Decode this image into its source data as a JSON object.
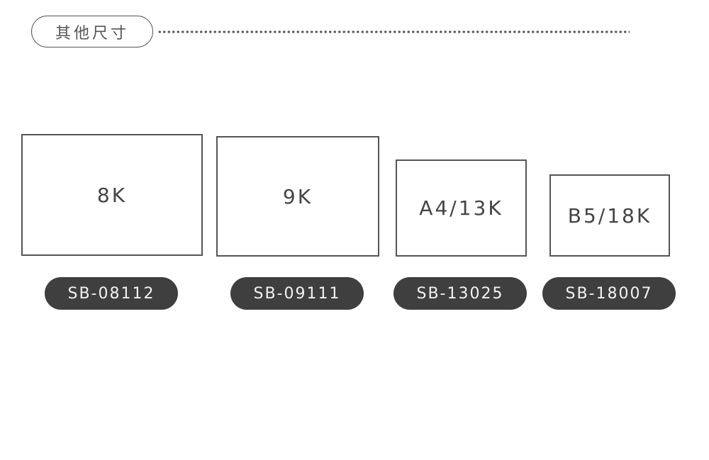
{
  "header": {
    "title": "其他尺寸"
  },
  "sizes": [
    {
      "label": "8K",
      "code": "SB-08112"
    },
    {
      "label": "9K",
      "code": "SB-09111"
    },
    {
      "label": "A4/13K",
      "code": "SB-13025"
    },
    {
      "label": "B5/18K",
      "code": "SB-18007"
    }
  ],
  "colors": {
    "pill": "#3f3f3f",
    "outline": "#555555"
  }
}
